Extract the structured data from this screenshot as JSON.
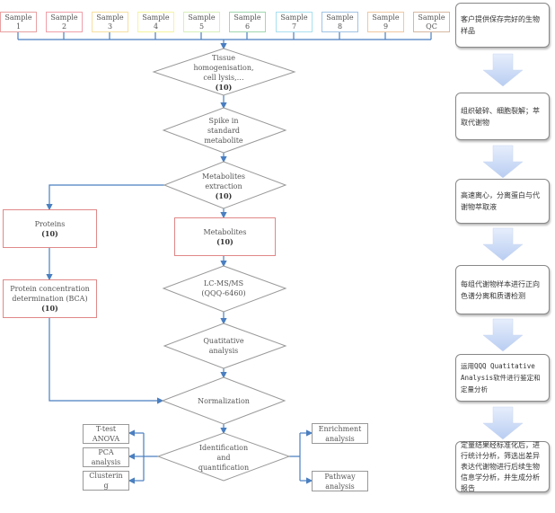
{
  "samples": [
    {
      "label": "Sample",
      "num": "1",
      "color": "#e8a0a0"
    },
    {
      "label": "Sample",
      "num": "2",
      "color": "#f0a0a8"
    },
    {
      "label": "Sample",
      "num": "3",
      "color": "#f8e0a0"
    },
    {
      "label": "Sample",
      "num": "4",
      "color": "#f4f4a0"
    },
    {
      "label": "Sample",
      "num": "5",
      "color": "#d8f0b8"
    },
    {
      "label": "Sample",
      "num": "6",
      "color": "#a0d8b0"
    },
    {
      "label": "Sample",
      "num": "7",
      "color": "#a8e0f0"
    },
    {
      "label": "Sample",
      "num": "8",
      "color": "#a0c4e4"
    },
    {
      "label": "Sample",
      "num": "9",
      "color": "#f0c8a0"
    },
    {
      "label": "Sample",
      "num": "QC",
      "color": "#d8b8a0"
    }
  ],
  "flow": {
    "homogenisation": {
      "l1": "Tissue",
      "l2": "homogenisation,",
      "l3": "cell lysis,…",
      "count": "(10)"
    },
    "spike": {
      "l1": "Spike in",
      "l2": "standard",
      "l3": "metabolite"
    },
    "extraction": {
      "l1": "Metabolites",
      "l2": "extraction",
      "count": "(10)"
    },
    "proteins": {
      "l1": "Proteins",
      "count": "(10)"
    },
    "metabolites": {
      "l1": "Metabolites",
      "count": "(10)"
    },
    "lcms": {
      "l1": "LC-MS/MS",
      "l2": "(QQQ-6460)"
    },
    "bca": {
      "l1": "Protein concentration",
      "l2": "determination (BCA)",
      "count": "(10)"
    },
    "quant": {
      "l1": "Quatitative",
      "l2": "analysis"
    },
    "normalization": {
      "l1": "Normalization"
    },
    "identification": {
      "l1": "Identification",
      "l2": "and",
      "l3": "quantification"
    },
    "ttest": {
      "l1": "T-test",
      "l2": "ANOVA"
    },
    "pca": {
      "l1": "PCA",
      "l2": "analysis"
    },
    "clustering": {
      "l1": "Clusterin",
      "l2": "g"
    },
    "enrichment": {
      "l1": "Enrichment",
      "l2": "analysis"
    },
    "pathway": {
      "l1": "Pathway",
      "l2": "analysis"
    }
  },
  "steps": [
    "客户提供保存完好的生物样品",
    "组织破碎、细胞裂解；萃取代谢物",
    "高速离心，分离蛋白与代谢物萃取液",
    "每组代谢物样本进行正向色谱分离和质谱检测",
    "运用QQQ Quatitative Analysis软件进行鉴定和定量分析",
    "定量结果经标准化后，进行统计分析，筛选出差异表达代谢物进行后续生物信息学分析，并生成分析报告"
  ],
  "colors": {
    "line": "#4a7fc0",
    "redbox": "#e08888",
    "diamond": "#999999"
  }
}
